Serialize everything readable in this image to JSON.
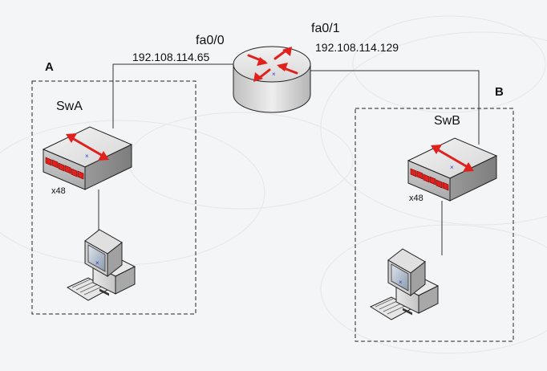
{
  "zones": [
    {
      "id": "A",
      "label": "A"
    },
    {
      "id": "B",
      "label": "B"
    }
  ],
  "router": {
    "interfaces": [
      {
        "name": "fa0/0",
        "ip": "192.108.114.65"
      },
      {
        "name": "fa0/1",
        "ip": "192.108.114.129"
      }
    ]
  },
  "switches": [
    {
      "name": "SwA",
      "ports": "x48"
    },
    {
      "name": "SwB",
      "ports": "x48"
    }
  ],
  "colors": {
    "background": "#f4f5f7",
    "port_red": "#e0201c",
    "arrow_red": "#e0201c",
    "device_gray": "#dcdcdc",
    "outline": "#222222"
  }
}
